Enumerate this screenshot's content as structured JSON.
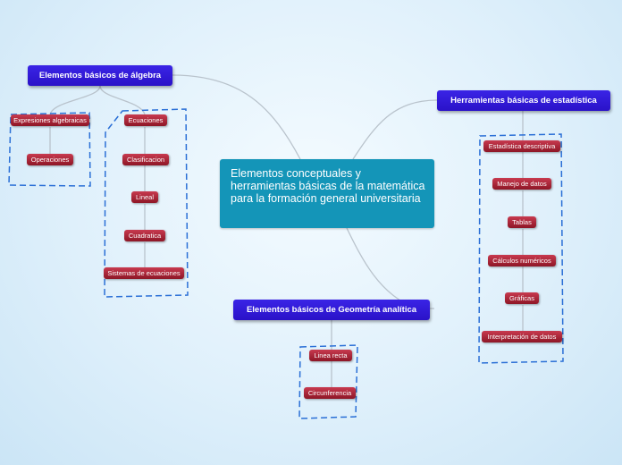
{
  "central": {
    "title": "Elementos conceptuales y herramientas básicas de la matemática para la formación general universitaria"
  },
  "algebra": {
    "label": "Elementos básicos de álgebra",
    "group1": [
      "Expresiones algebraicas",
      "Operaciones"
    ],
    "group2": [
      "Ecuaciones",
      "Clasificacion",
      "Lineal",
      "Cuadratica",
      "Sistemas de ecuaciones"
    ]
  },
  "estadistica": {
    "label": "Herramientas básicas de estadística",
    "items": [
      "Estadística descriptiva",
      "Manejo de datos",
      "Tablas",
      "Cálculos numéricos",
      "Gráficas",
      "Interpretación de datos"
    ]
  },
  "geometria": {
    "label": "Elementos básicos de Geometría analítica",
    "items": [
      "Linea recta",
      "Circunferencia"
    ]
  },
  "colors": {
    "central": "#1495b8",
    "main_node": "#2a12c8",
    "leaf_node": "#a8243a",
    "dashed_border": "#2a6fd6",
    "connector": "#b9c3cc"
  }
}
